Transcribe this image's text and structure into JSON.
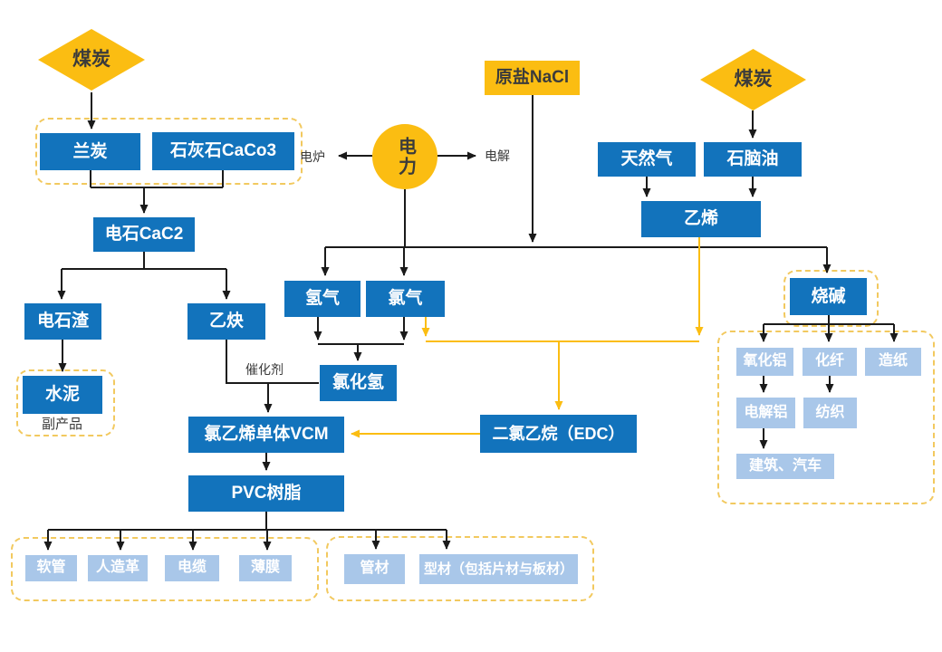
{
  "colors": {
    "box_blue": "#1273BC",
    "box_light_blue": "#A9C7E9",
    "shape_yellow": "#FBBD12",
    "dashed_border": "#F2C95F",
    "arrow_black": "#1A1A1A",
    "arrow_yellow": "#FBBD12",
    "dark_text": "#3B3B3B",
    "white_text": "#FFFFFF"
  },
  "nodes": {
    "coal_left": {
      "label": "煤炭"
    },
    "coal_right": {
      "label": "煤炭"
    },
    "raw_salt": {
      "label": "原盐NaCl"
    },
    "power": {
      "label": "电力"
    },
    "semi_coke": {
      "label": "兰炭"
    },
    "limestone": {
      "label": "石灰石CaCo3"
    },
    "calcium_carbide": {
      "label": "电石CaC2"
    },
    "carbide_slag": {
      "label": "电石渣"
    },
    "acetylene": {
      "label": "乙炔"
    },
    "cement": {
      "label": "水泥"
    },
    "hydrogen": {
      "label": "氢气"
    },
    "chlorine": {
      "label": "氯气"
    },
    "hcl": {
      "label": "氯化氢"
    },
    "vcm": {
      "label": "氯乙烯单体VCM"
    },
    "pvc": {
      "label": "PVC树脂"
    },
    "natural_gas": {
      "label": "天然气"
    },
    "naphtha": {
      "label": "石脑油"
    },
    "ethylene": {
      "label": "乙烯"
    },
    "edc": {
      "label": "二氯乙烷（EDC）"
    },
    "caustic_soda": {
      "label": "烧碱"
    },
    "alumina": {
      "label": "氧化铝"
    },
    "chem_fiber": {
      "label": "化纤"
    },
    "paper": {
      "label": "造纸"
    },
    "electrolytic_al": {
      "label": "电解铝"
    },
    "textile": {
      "label": "纺织"
    },
    "construction_auto": {
      "label": "建筑、汽车"
    },
    "hose": {
      "label": "软管"
    },
    "leather": {
      "label": "人造革"
    },
    "cable": {
      "label": "电缆"
    },
    "film": {
      "label": "薄膜"
    },
    "pipe": {
      "label": "管材"
    },
    "profile": {
      "label": "型材（包括片材与板材）"
    }
  },
  "labels": {
    "electric_furnace": "电炉",
    "electrolysis": "电解",
    "catalyst": "催化剂",
    "byproduct": "副产品"
  },
  "edges": [
    {
      "from": "coal_left",
      "to": "semi_coke",
      "color": "black"
    },
    {
      "from": "semi_coke",
      "to": "calcium_carbide",
      "color": "black"
    },
    {
      "from": "limestone",
      "to": "calcium_carbide",
      "color": "black"
    },
    {
      "from": "calcium_carbide",
      "to": "carbide_slag",
      "color": "black"
    },
    {
      "from": "calcium_carbide",
      "to": "acetylene",
      "color": "black"
    },
    {
      "from": "carbide_slag",
      "to": "cement",
      "color": "black"
    },
    {
      "from": "acetylene",
      "to": "vcm",
      "color": "black",
      "via": "catalyst"
    },
    {
      "from": "hcl",
      "to": "vcm",
      "color": "black"
    },
    {
      "from": "hydrogen",
      "to": "hcl",
      "color": "black"
    },
    {
      "from": "chlorine",
      "to": "hcl",
      "color": "black"
    },
    {
      "from": "power",
      "to": "electric_furnace",
      "color": "black"
    },
    {
      "from": "power",
      "to": "electrolysis",
      "color": "black"
    },
    {
      "from": "raw_salt",
      "to": "hydrogen",
      "color": "black"
    },
    {
      "from": "raw_salt",
      "to": "chlorine",
      "color": "black"
    },
    {
      "from": "raw_salt",
      "to": "caustic_soda",
      "color": "black"
    },
    {
      "from": "coal_right",
      "to": "naphtha",
      "color": "black"
    },
    {
      "from": "natural_gas",
      "to": "ethylene",
      "color": "black"
    },
    {
      "from": "naphtha",
      "to": "ethylene",
      "color": "black"
    },
    {
      "from": "chlorine",
      "to": "edc",
      "color": "yellow"
    },
    {
      "from": "ethylene",
      "to": "edc",
      "color": "yellow"
    },
    {
      "from": "edc",
      "to": "vcm",
      "color": "yellow"
    },
    {
      "from": "vcm",
      "to": "pvc",
      "color": "black"
    },
    {
      "from": "pvc",
      "to": "hose",
      "color": "black"
    },
    {
      "from": "pvc",
      "to": "leather",
      "color": "black"
    },
    {
      "from": "pvc",
      "to": "cable",
      "color": "black"
    },
    {
      "from": "pvc",
      "to": "film",
      "color": "black"
    },
    {
      "from": "pvc",
      "to": "pipe",
      "color": "black"
    },
    {
      "from": "pvc",
      "to": "profile",
      "color": "black"
    },
    {
      "from": "caustic_soda",
      "to": "alumina",
      "color": "black"
    },
    {
      "from": "caustic_soda",
      "to": "chem_fiber",
      "color": "black"
    },
    {
      "from": "caustic_soda",
      "to": "paper",
      "color": "black"
    },
    {
      "from": "alumina",
      "to": "electrolytic_al",
      "color": "black"
    },
    {
      "from": "chem_fiber",
      "to": "textile",
      "color": "black"
    },
    {
      "from": "electrolytic_al",
      "to": "construction_auto",
      "color": "black"
    }
  ]
}
